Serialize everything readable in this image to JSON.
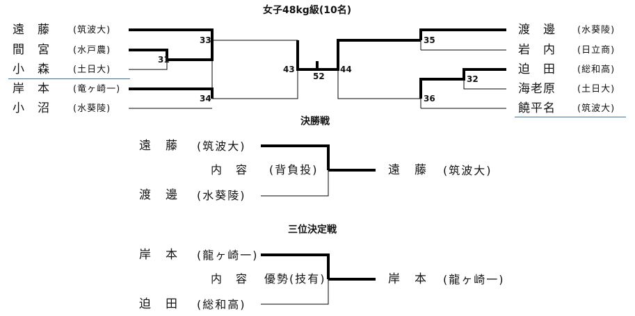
{
  "title": "女子48kg級(10名)",
  "left": [
    {
      "name": "遠　藤",
      "school": "(筑波大)"
    },
    {
      "name": "間　宮",
      "school": "(水戸農)"
    },
    {
      "name": "小　森",
      "school": "(土日大)"
    },
    {
      "name": "岸　本",
      "school": "(竜ヶ崎一)"
    },
    {
      "name": "小　沼",
      "school": "(水葵陵)"
    }
  ],
  "right": [
    {
      "name": "渡　邊",
      "school": "(水葵陵)"
    },
    {
      "name": "岩　内",
      "school": "(日立商)"
    },
    {
      "name": "迫　田",
      "school": "(総和高)"
    },
    {
      "name": "海老原",
      "school": "(土日大)"
    },
    {
      "name": "饒平名",
      "school": "(筑波大)"
    }
  ],
  "match_numbers": {
    "m31": "31",
    "m33": "33",
    "m34": "34",
    "m43": "43",
    "m52": "52",
    "m44": "44",
    "m35": "35",
    "m32": "32",
    "m36": "36"
  },
  "final": {
    "heading": "決勝戦",
    "a_name": "遠　藤",
    "a_school": "(筑波大)",
    "b_name": "渡　邊",
    "b_school": "(水葵陵)",
    "content_label": "内　容",
    "content": "(背負投)",
    "winner_name": "遠　藤",
    "winner_school": "(筑波大)"
  },
  "third": {
    "heading": "三位決定戦",
    "a_name": "岸　本",
    "a_school": "(龍ヶ崎一)",
    "b_name": "迫　田",
    "b_school": "(総和高)",
    "content_label": "内　容",
    "content": "優勢(技有)",
    "winner_name": "岸　本",
    "winner_school": "(龍ヶ崎一)"
  }
}
